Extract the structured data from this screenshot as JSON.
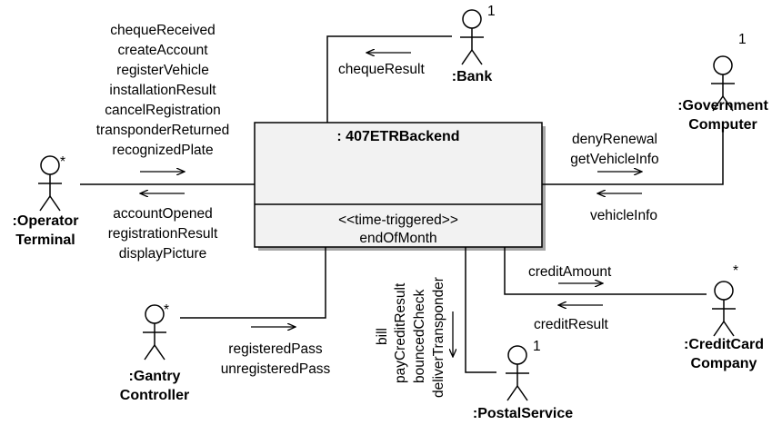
{
  "component": {
    "name": ": 407ETRBackend",
    "stereotype": "<<time-triggered>>",
    "operation": "endOfMonth"
  },
  "actors": {
    "bank": {
      "name": ":Bank",
      "multiplicity": "1"
    },
    "government": {
      "name_line1": ":Government",
      "name_line2": "Computer",
      "multiplicity": "1"
    },
    "operator": {
      "name_line1": ":Operator",
      "name_line2": "Terminal",
      "multiplicity": "*"
    },
    "gantry": {
      "name_line1": ":Gantry",
      "name_line2": "Controller",
      "multiplicity": "*"
    },
    "postal": {
      "name": ":PostalService",
      "multiplicity": "1"
    },
    "creditcard": {
      "name_line1": ":CreditCard",
      "name_line2": "Company",
      "multiplicity": "*"
    }
  },
  "messages": {
    "operator_in": [
      "chequeReceived",
      "createAccount",
      "registerVehicle",
      "installationResult",
      "cancelRegistration",
      "transponderReturned",
      "recognizedPlate"
    ],
    "operator_out": [
      "accountOpened",
      "registrationResult",
      "displayPicture"
    ],
    "bank_out": "chequeResult",
    "government_out": [
      "denyRenewal",
      "getVehicleInfo"
    ],
    "government_in": "vehicleInfo",
    "gantry_in": [
      "registeredPass",
      "unregisteredPass"
    ],
    "postal_out": [
      "bill",
      "payCreditResult",
      "bouncedCheck",
      "deliverTransponder"
    ],
    "creditcard_out": "creditAmount",
    "creditcard_in": "creditResult"
  }
}
